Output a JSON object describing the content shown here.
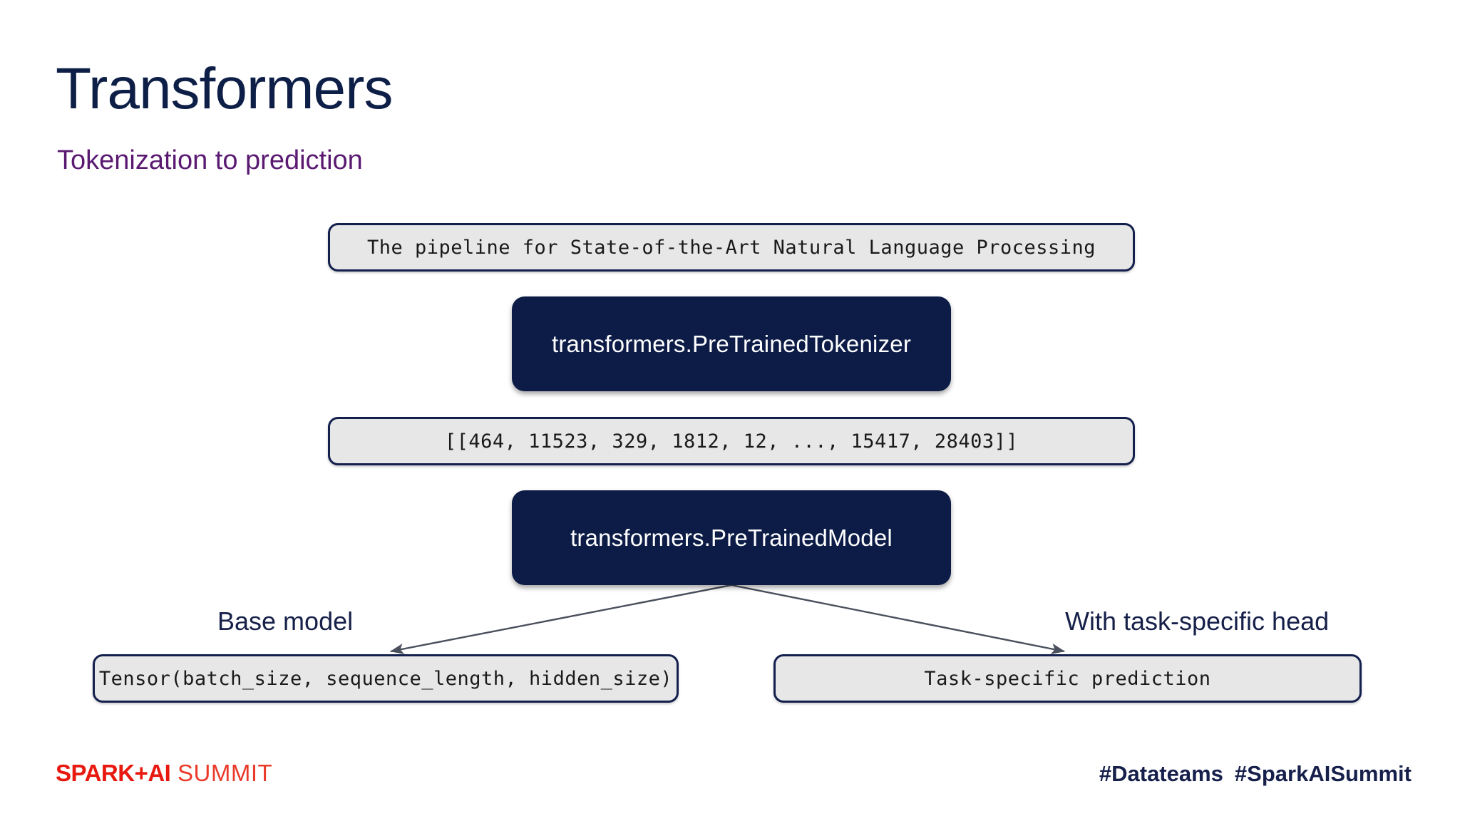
{
  "slide": {
    "title": "Transformers",
    "subtitle": "Tokenization to prediction"
  },
  "colors": {
    "title_navy": "#0e1f47",
    "subtitle_purple": "#5b1a72",
    "module_fill": "#0c1c47",
    "io_fill": "#e7e7e7",
    "io_border": "#131f4d",
    "arrow": "#4a4f5c",
    "logo_red_bold": "#e8190f",
    "logo_red_light": "#ea3a2a",
    "hashtag_navy": "#16204b"
  },
  "diagram": {
    "type": "flow",
    "nodes": [
      {
        "id": "input",
        "kind": "io",
        "text": "The pipeline for State-of-the-Art Natural Language Processing"
      },
      {
        "id": "tokenizer",
        "kind": "module",
        "text": "transformers.PreTrainedTokenizer"
      },
      {
        "id": "tokens",
        "kind": "io",
        "text": "[[464, 11523, 329, 1812, 12, ..., 15417, 28403]]"
      },
      {
        "id": "model",
        "kind": "module",
        "text": "transformers.PreTrainedModel"
      },
      {
        "id": "tensor",
        "kind": "io",
        "text": "Tensor(batch_size, sequence_length, hidden_size)"
      },
      {
        "id": "prediction",
        "kind": "io",
        "text": "Task-specific prediction"
      }
    ],
    "branch_labels": {
      "left": "Base model",
      "right": "With task-specific head"
    }
  },
  "footer": {
    "logo_bold": "SPARK+AI",
    "logo_light": "SUMMIT",
    "hashtag_one": "#Datateams",
    "hashtag_two": "#SparkAISummit"
  }
}
